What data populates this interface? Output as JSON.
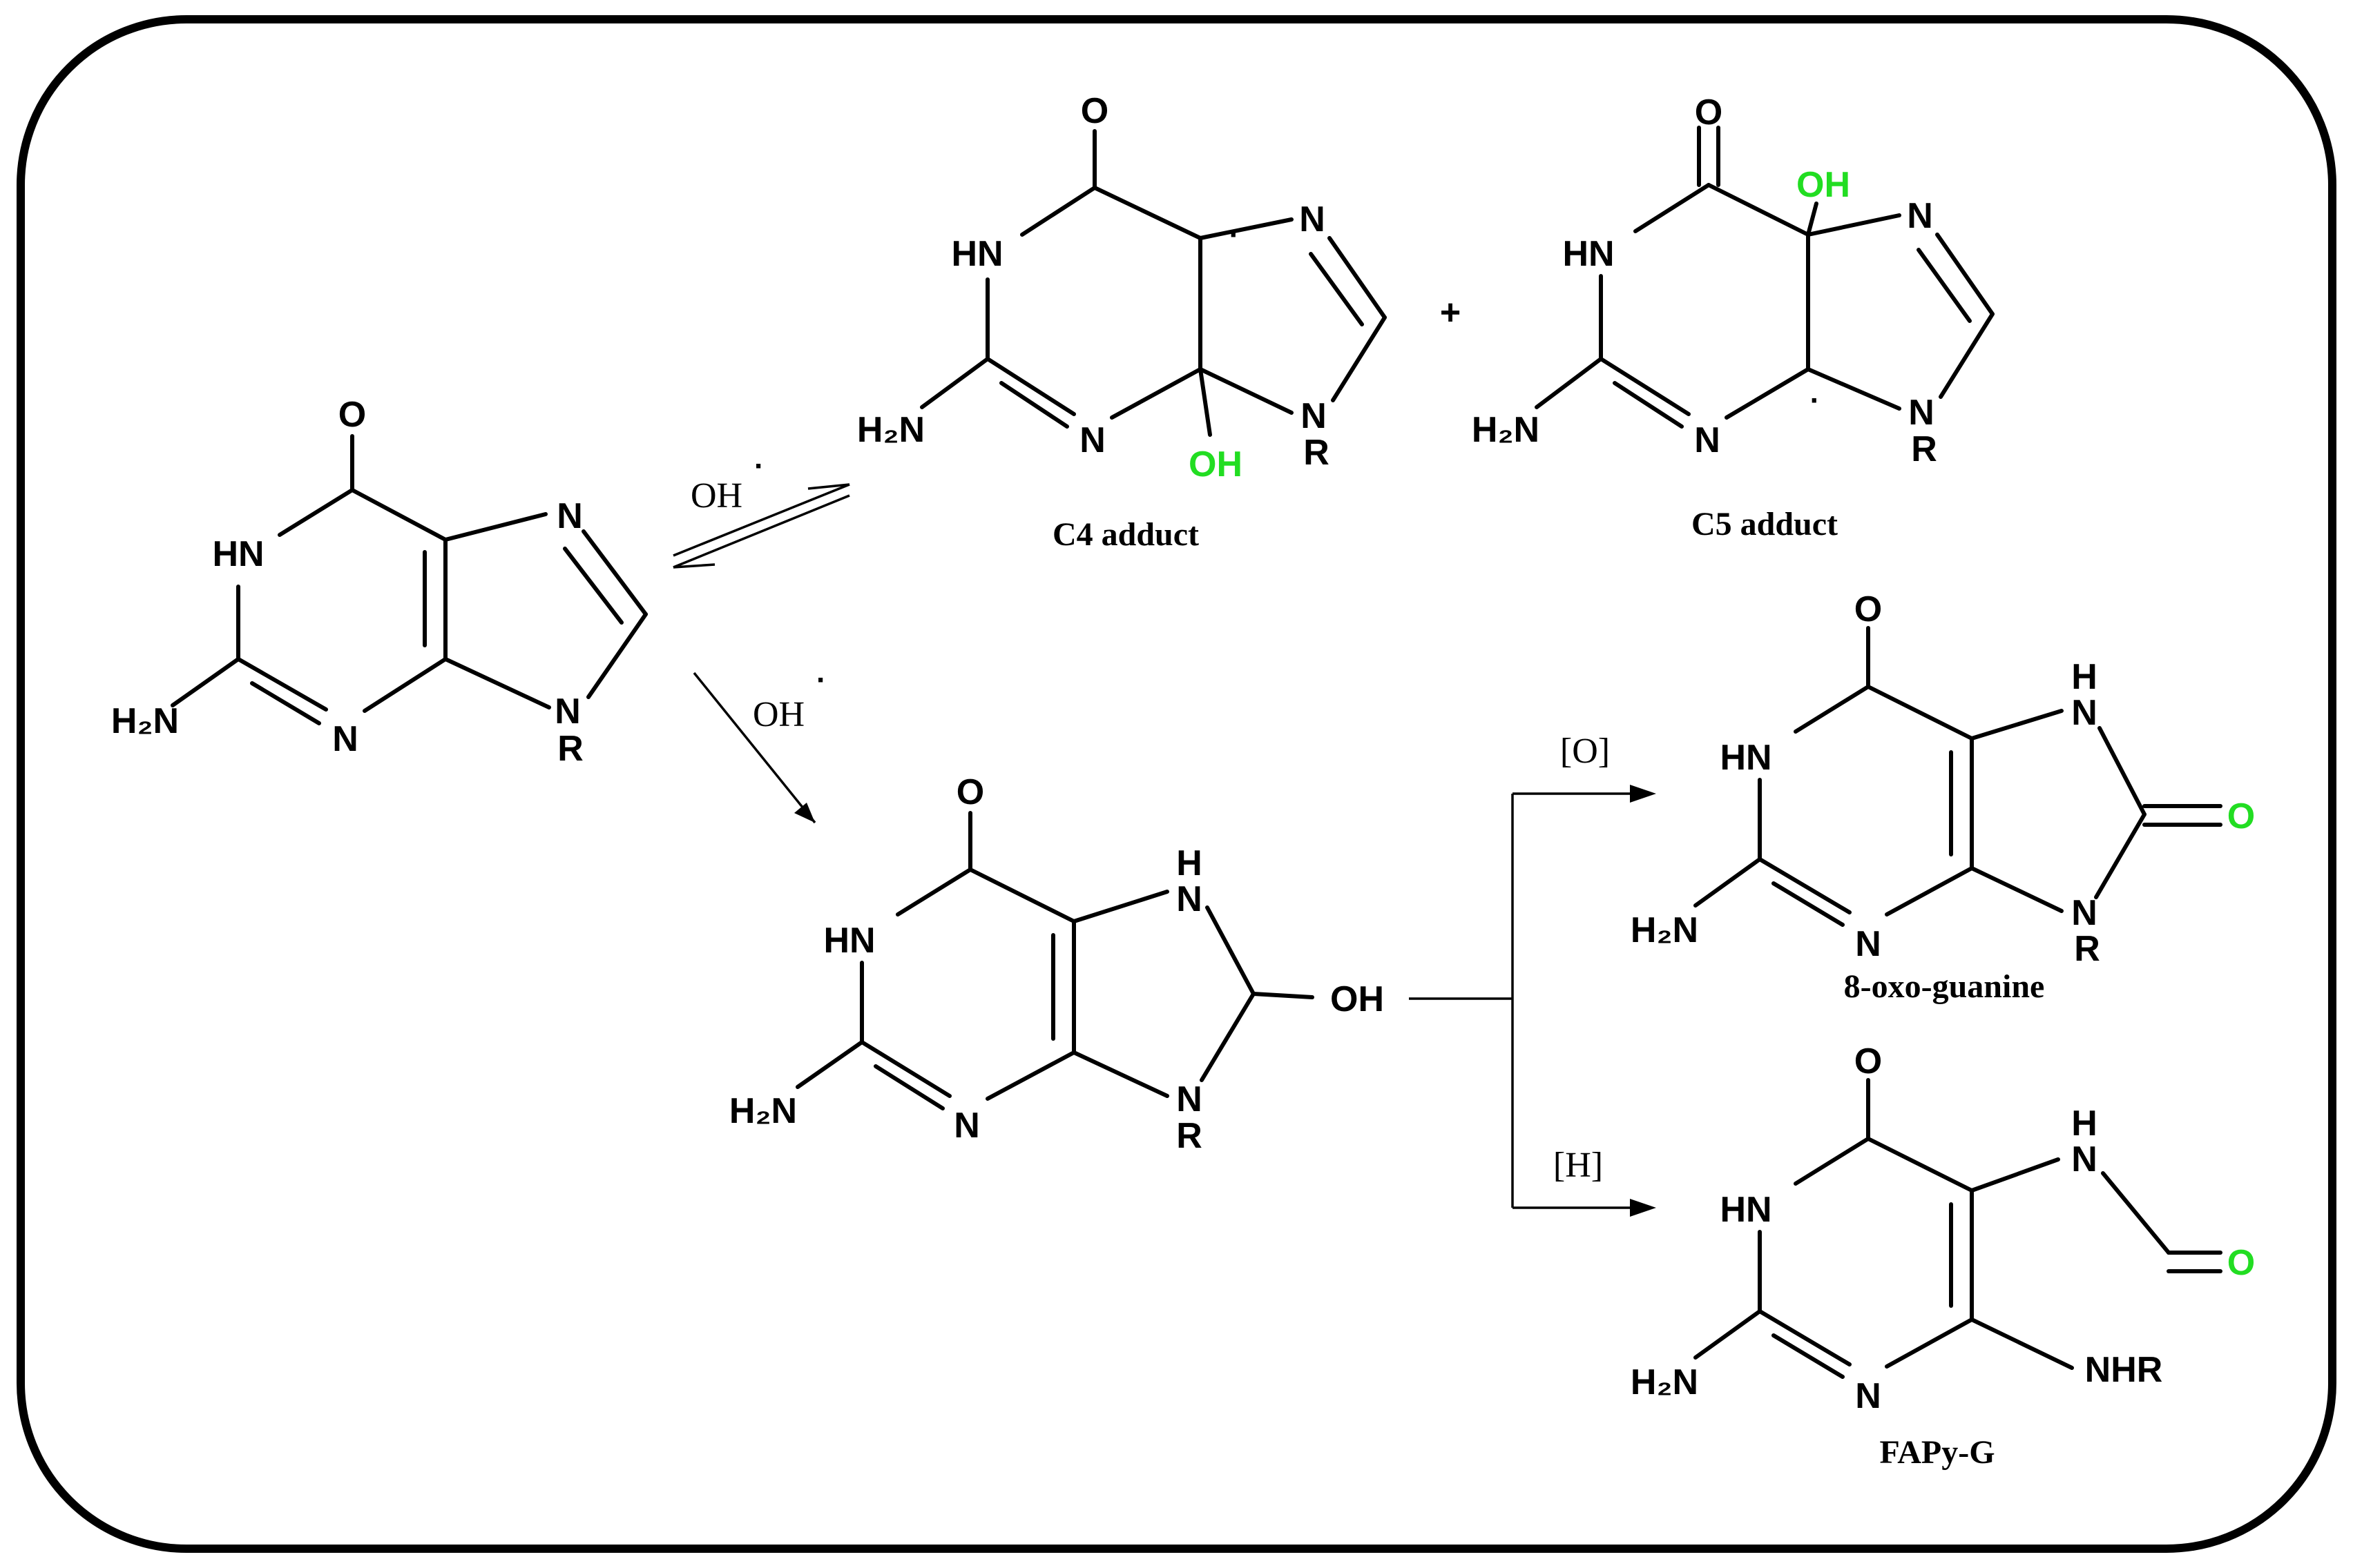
{
  "colors": {
    "stroke": "#000000",
    "highlight": "#22dd22",
    "background": "#ffffff"
  },
  "atoms": {
    "o": "O",
    "n": "N",
    "hn": "HN",
    "h2n": "H₂N",
    "r": "R",
    "h": "H",
    "oh": "OH",
    "nhr": "NHR"
  },
  "reagents": {
    "oh_radical": "OH",
    "radical_dot": "·",
    "oxidation": "[O]",
    "reduction": "[H]",
    "plus": "+"
  },
  "labels": {
    "c4_adduct": "C4 adduct",
    "c5_adduct": "C5 adduct",
    "oxo_guanine": "8-oxo-guanine",
    "fapy_g": "FAPy-G"
  }
}
